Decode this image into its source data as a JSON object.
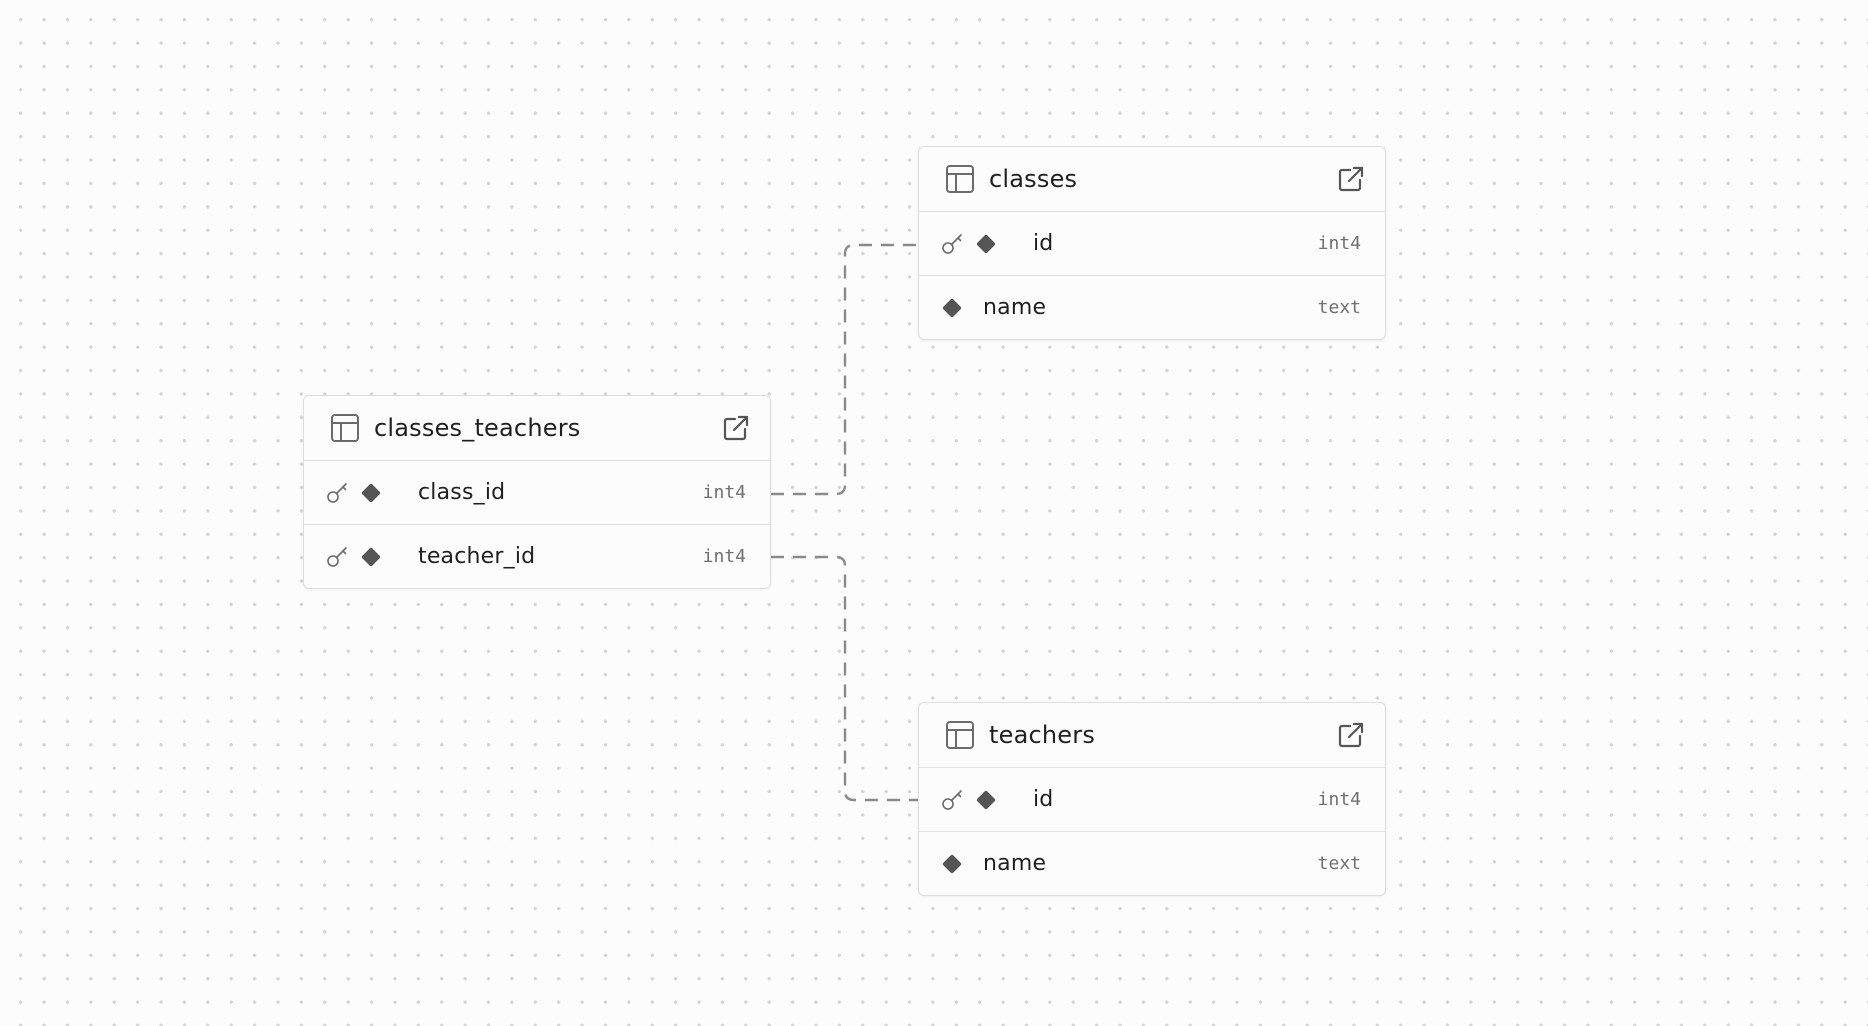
{
  "tables": {
    "classes_teachers": {
      "name": "classes_teachers",
      "columns": [
        {
          "name": "class_id",
          "type": "int4",
          "primary_key": true
        },
        {
          "name": "teacher_id",
          "type": "int4",
          "primary_key": true
        }
      ]
    },
    "classes": {
      "name": "classes",
      "columns": [
        {
          "name": "id",
          "type": "int4",
          "primary_key": true
        },
        {
          "name": "name",
          "type": "text",
          "primary_key": false
        }
      ]
    },
    "teachers": {
      "name": "teachers",
      "columns": [
        {
          "name": "id",
          "type": "int4",
          "primary_key": true
        },
        {
          "name": "name",
          "type": "text",
          "primary_key": false
        }
      ]
    }
  },
  "relationships": [
    {
      "from": "classes_teachers.class_id",
      "to": "classes.id"
    },
    {
      "from": "classes_teachers.teacher_id",
      "to": "teachers.id"
    }
  ],
  "icons": {
    "table": "table-icon",
    "open": "external-link-icon",
    "primary_key": "key-icon",
    "column": "diamond-icon"
  },
  "colors": {
    "background": "#fcfcfc",
    "grid_dot": "#d4d4d4",
    "border": "#dedede",
    "connector": "#8a8a8a",
    "diamond": "#555555",
    "type_text": "#707070"
  }
}
